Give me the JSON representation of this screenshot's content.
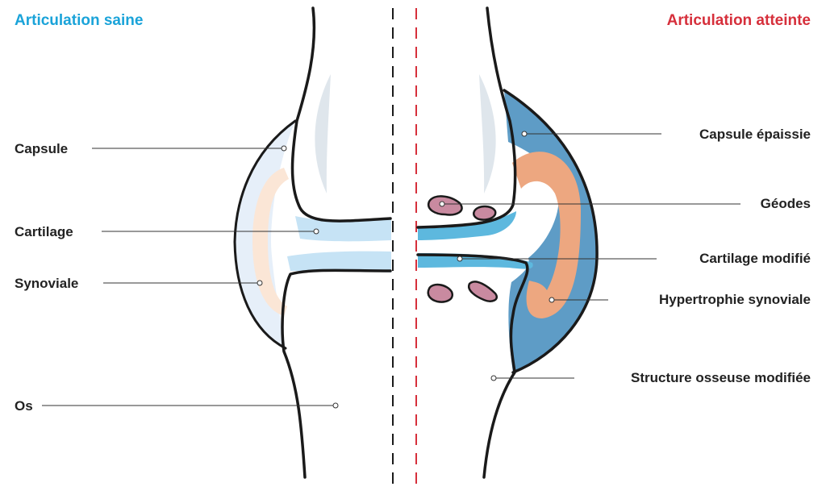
{
  "colors": {
    "healthy_title": "#1aa3d9",
    "diseased_title": "#d62f3b",
    "outline": "#1a1a1a",
    "healthy_capsule": "#e6eff9",
    "healthy_synovial": "#fbe6d6",
    "healthy_cartilage": "#c6e3f5",
    "thick_capsule": "#5e9cc6",
    "synovial_hypertrophy": "#eda780",
    "modified_cartilage": "#5db8de",
    "geode": "#c98aa0",
    "bone_highlight": "#dfe6ec"
  },
  "titles": {
    "healthy": "Articulation saine",
    "diseased": "Articulation atteinte"
  },
  "labels": {
    "left": [
      "Capsule",
      "Cartilage",
      "Synoviale",
      "Os"
    ],
    "right": [
      "Capsule épaissie",
      "Géodes",
      "Cartilage modifié",
      "Hypertrophie synoviale",
      "Structure osseuse modifiée"
    ]
  }
}
